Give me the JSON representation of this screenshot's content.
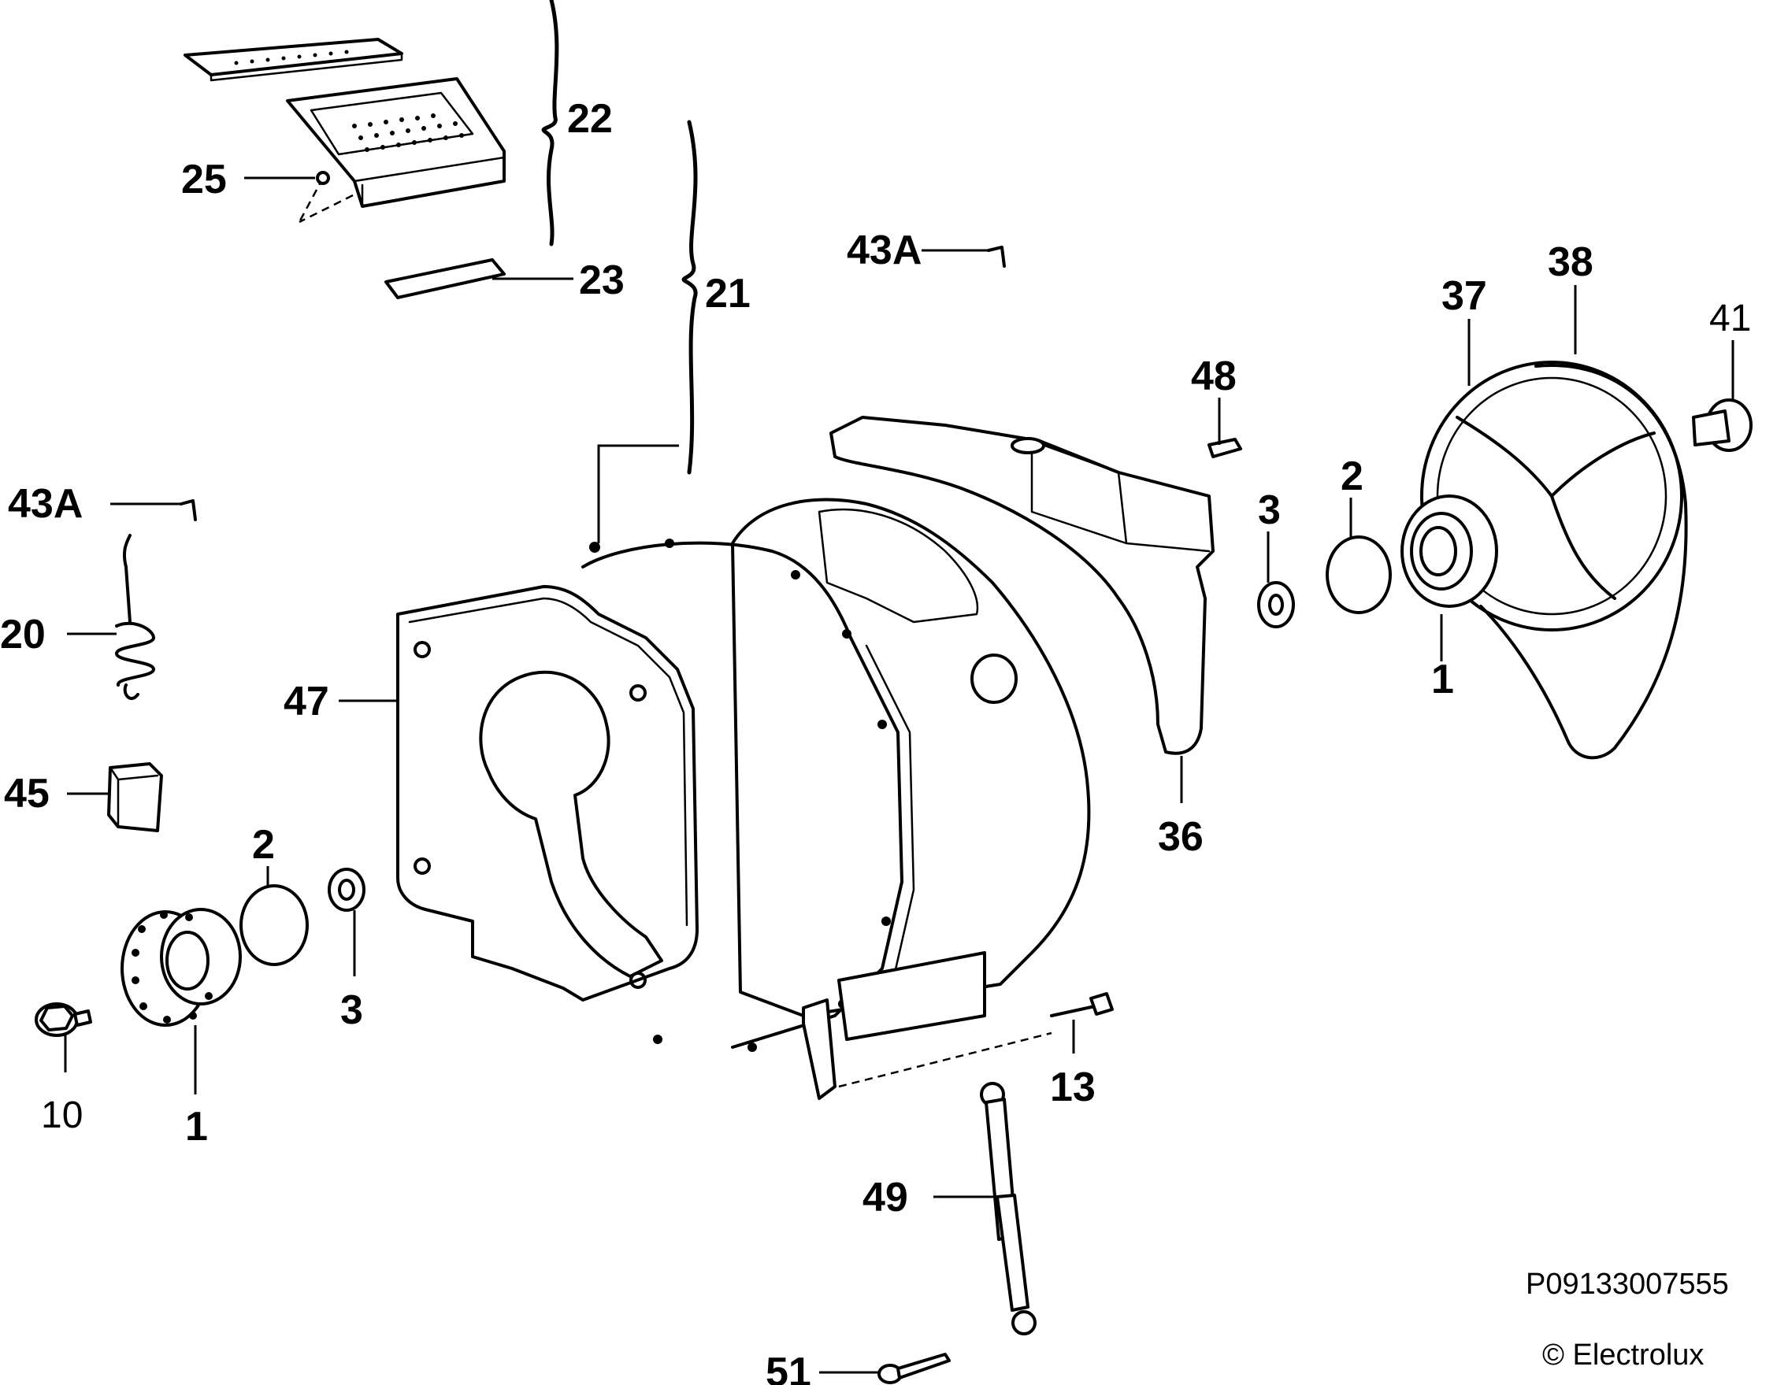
{
  "labels": [
    {
      "id": "22",
      "text": "22"
    },
    {
      "id": "25",
      "text": "25"
    },
    {
      "id": "23",
      "text": "23"
    },
    {
      "id": "21",
      "text": "21"
    },
    {
      "id": "43A-top",
      "text": "43A"
    },
    {
      "id": "43A-left",
      "text": "43A"
    },
    {
      "id": "48",
      "text": "48"
    },
    {
      "id": "38",
      "text": "38"
    },
    {
      "id": "37",
      "text": "37"
    },
    {
      "id": "41",
      "text": "41"
    },
    {
      "id": "3-right",
      "text": "3"
    },
    {
      "id": "2-right",
      "text": "2"
    },
    {
      "id": "1-right",
      "text": "1"
    },
    {
      "id": "20",
      "text": "20"
    },
    {
      "id": "47",
      "text": "47"
    },
    {
      "id": "45",
      "text": "45"
    },
    {
      "id": "2-left",
      "text": "2"
    },
    {
      "id": "3-left",
      "text": "3"
    },
    {
      "id": "36",
      "text": "36"
    },
    {
      "id": "10",
      "text": "10"
    },
    {
      "id": "1-left",
      "text": "1"
    },
    {
      "id": "13",
      "text": "13"
    },
    {
      "id": "49",
      "text": "49"
    },
    {
      "id": "51",
      "text": "51"
    }
  ],
  "footer": {
    "code": "P09133007555",
    "copyright": "© Electrolux"
  }
}
